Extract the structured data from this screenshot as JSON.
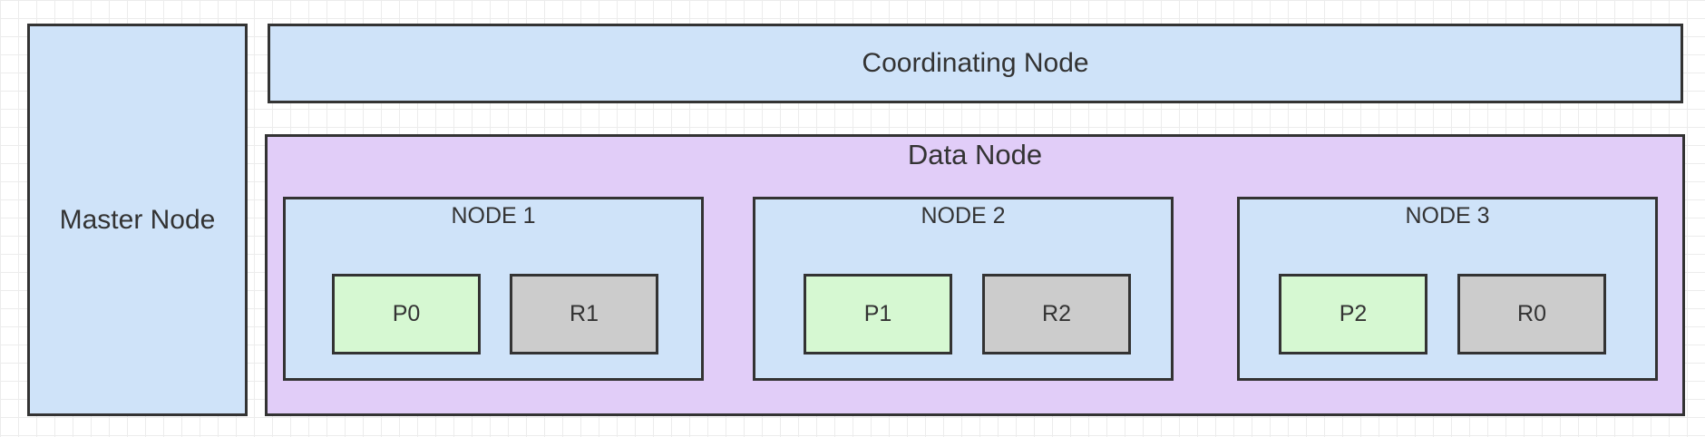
{
  "master_node": {
    "label": "Master Node",
    "color": "#cfe3f9"
  },
  "coordinating_node": {
    "label": "Coordinating Node",
    "color": "#cfe3f9"
  },
  "data_node": {
    "label": "Data Node",
    "color": "#e1cdf8",
    "nodes": [
      {
        "label": "NODE 1",
        "shards": [
          {
            "label": "P0",
            "kind": "primary"
          },
          {
            "label": "R1",
            "kind": "replica"
          }
        ]
      },
      {
        "label": "NODE 2",
        "shards": [
          {
            "label": "P1",
            "kind": "primary"
          },
          {
            "label": "R2",
            "kind": "replica"
          }
        ]
      },
      {
        "label": "NODE 3",
        "shards": [
          {
            "label": "P2",
            "kind": "primary"
          },
          {
            "label": "R0",
            "kind": "replica"
          }
        ]
      }
    ]
  },
  "colors": {
    "primary_shard": "#d6f8d2",
    "replica_shard": "#cccccc",
    "node": "#cfe3f9",
    "border": "#333333"
  }
}
